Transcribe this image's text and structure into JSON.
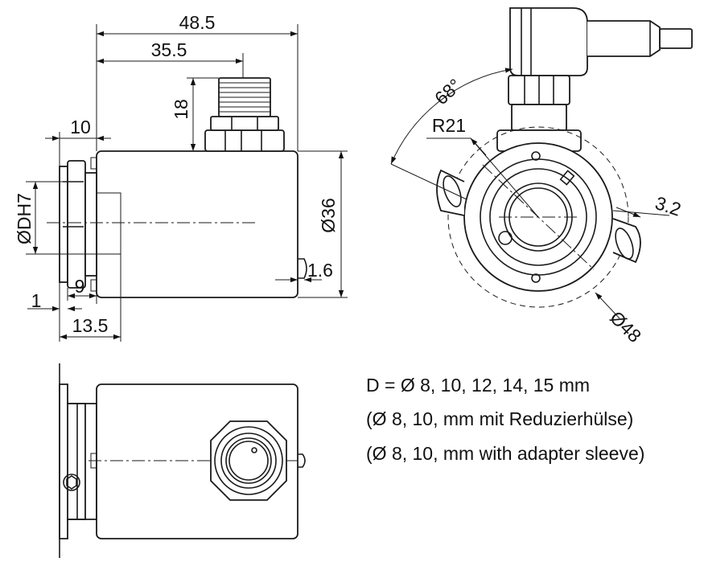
{
  "dimensions": {
    "total_length": "48.5",
    "connector_offset": "35.5",
    "connector_height": "18",
    "flange_offset": "10",
    "bore": "ØDH7",
    "body_diameter": "Ø36",
    "clamp_offset": "1.6",
    "collar_width": "9",
    "gap": "1",
    "shaft_length": "13.5",
    "angle": "68°",
    "radius": "R21",
    "slot_offset": "3.2",
    "bolt_circle": "Ø48"
  },
  "notes": {
    "line1": "D = Ø 8, 10, 12, 14, 15 mm",
    "line2": "(Ø 8, 10, mm mit Reduzierhülse)",
    "line3": "(Ø 8, 10, mm with adapter sleeve)"
  }
}
